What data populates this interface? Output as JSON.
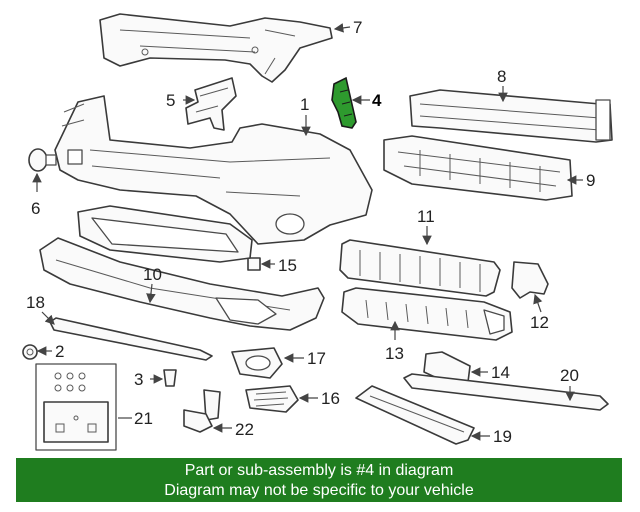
{
  "highlight_color": "#2e9a2e",
  "banner": {
    "background": "#1f7d1f",
    "line1": "Part or sub-assembly is #4 in diagram",
    "line2": "Diagram may not be specific to your vehicle"
  },
  "callouts": {
    "c1": "1",
    "c2": "2",
    "c3": "3",
    "c4": "4",
    "c5": "5",
    "c6": "6",
    "c7": "7",
    "c8": "8",
    "c9": "9",
    "c10": "10",
    "c11": "11",
    "c12": "12",
    "c13": "13",
    "c14": "14",
    "c15": "15",
    "c16": "16",
    "c17": "17",
    "c18": "18",
    "c19": "19",
    "c20": "20",
    "c21": "21",
    "c22": "22"
  }
}
